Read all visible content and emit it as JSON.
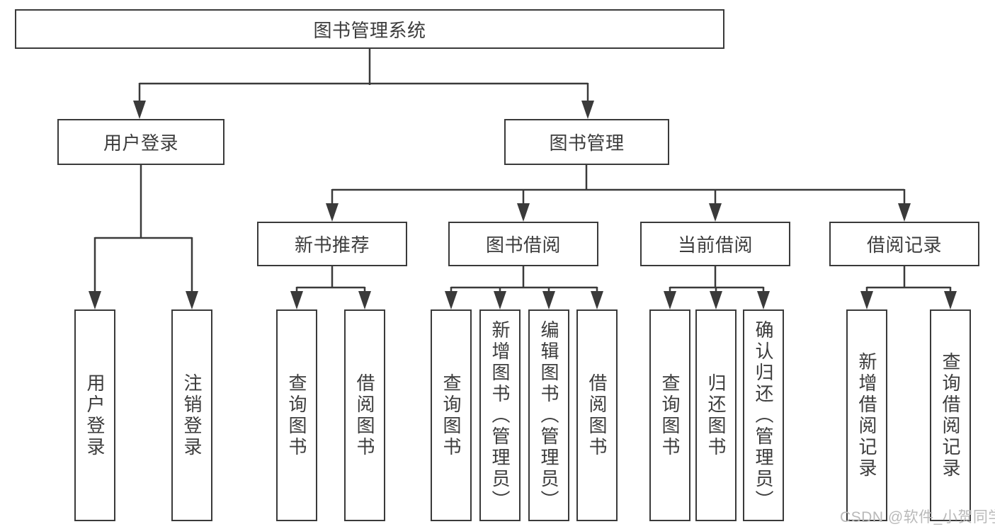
{
  "tree": {
    "root": {
      "label": "图书管理系统"
    },
    "children": [
      {
        "label": "用户登录",
        "children": [
          {
            "label": "用户登录"
          },
          {
            "label": "注销登录"
          }
        ]
      },
      {
        "label": "图书管理",
        "children": [
          {
            "label": "新书推荐",
            "children": [
              {
                "label": "查询图书"
              },
              {
                "label": "借阅图书"
              }
            ]
          },
          {
            "label": "图书借阅",
            "children": [
              {
                "label": "查询图书"
              },
              {
                "label": "新增图书（管理员）"
              },
              {
                "label": "编辑图书（管理员）"
              },
              {
                "label": "借阅图书"
              }
            ]
          },
          {
            "label": "当前借阅",
            "children": [
              {
                "label": "查询图书"
              },
              {
                "label": "归还图书"
              },
              {
                "label": "确认归还（管理员）"
              }
            ]
          },
          {
            "label": "借阅记录",
            "children": [
              {
                "label": "新增借阅记录"
              },
              {
                "label": "查询借阅记录"
              }
            ]
          }
        ]
      }
    ]
  },
  "watermark": {
    "text": "CSDN @软件_小贺同学"
  },
  "colors": {
    "line": "#3a3a3a",
    "text": "#3c3c3c",
    "watermark": "#b9b9b9",
    "background": "#ffffff"
  }
}
